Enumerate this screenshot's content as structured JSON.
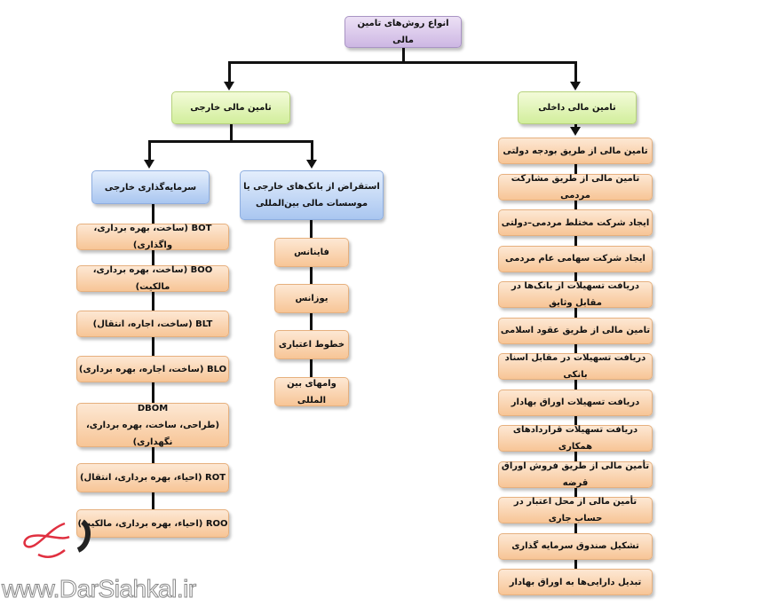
{
  "root": "انواع روش‌های تامین مالی",
  "external": {
    "title": "تامین مالی خارجی",
    "investment": {
      "title": "سرمایه‌گذاری خارجی",
      "items": [
        "BOT (ساخت، بهره برداری، واگذاری)",
        "BOO (ساخت، بهره برداری، مالکیت)",
        "BLT (ساخت، اجاره، انتقال)",
        "BLO (ساخت، اجاره، بهره برداری)",
        "DBOM\n(طراحی، ساخت، بهره برداری، نگهداری)",
        "ROT (احیاء، بهره برداری، انتقال)",
        "ROO (احیاء، بهره برداری، مالکیت)"
      ]
    },
    "borrowing": {
      "title": "استقراض از بانک‌های خارجی یا موسسات مالی بین‌المللی",
      "items": [
        "فاینانس",
        "یوزانس",
        "خطوط اعتباری",
        "وامهای بین المللی"
      ]
    }
  },
  "internal": {
    "title": "تامین مالی داخلی",
    "items": [
      "تامین مالی از طریق بودجه دولتی",
      "تامین مالی از طریق مشارکت مردمی",
      "ایجاد شرکت مختلط مردمی–دولتی",
      "ایجاد شرکت سهامی عام مردمی",
      "دریافت تسهیلات از بانک‌ها در مقابل وثایق",
      "تامین مالی از طریق عقود اسلامی",
      "دریافت تسهیلات در مقابل اسناد بانکی",
      "دریافت تسهیلات اوراق بهادار",
      "دریافت تسهیلات قراردادهای همکاری",
      "تأمین مالی از طریق فروش اوراق قرضه",
      "تأمین مالی از محل اعتبار در حساب جاری",
      "تشکیل صندوق سرمایه گذاری",
      "تبدیل دارایی‌ها به اوراق بهادار"
    ]
  },
  "watermark": {
    "url": "www.DarSiahkal.ir",
    "logo_text": "درسیاهکل"
  },
  "colors": {
    "root": "#cdb7e3",
    "level1": "#d2ee9c",
    "external_sub": "#a9c6f0",
    "leaf": "#f7c596"
  }
}
